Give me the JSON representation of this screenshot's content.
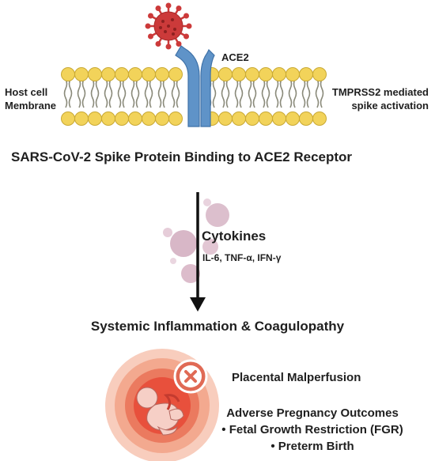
{
  "membrane": {
    "left_label_line1": "Host cell",
    "left_label_line2": "Membrane",
    "receptor_label": "ACE2",
    "right_label_line1": "TMPRSS2 mediated",
    "right_label_line2": "spike activation"
  },
  "binding_title": "SARS-CoV-2 Spike Protein Binding to ACE2 Receptor",
  "cytokines": {
    "heading": "Cytokines",
    "list": "IL-6, TNF-α, IFN-γ"
  },
  "inflammation_title": "Systemic Inflammation & Coagulopathy",
  "outcomes": {
    "placental": "Placental Malperfusion",
    "adverse_heading": "Adverse Pregnancy Outcomes",
    "item1": "• Fetal Growth Restriction (FGR)",
    "item2": "• Preterm Birth"
  },
  "colors": {
    "virus": "#cc3a3a",
    "lipid_head": "#f2d35a",
    "receptor": "#5f93c8",
    "cytokine": "#d9b8c8",
    "uterus_outer": "#f3a98f",
    "uterus_inner": "#e8503c",
    "x_badge": "#e06a55"
  },
  "icons": [
    "virus-icon",
    "ace2-receptor-icon",
    "cytokine-bubbles-icon",
    "fetus-uterus-icon",
    "x-mark-icon",
    "down-arrow-icon"
  ]
}
